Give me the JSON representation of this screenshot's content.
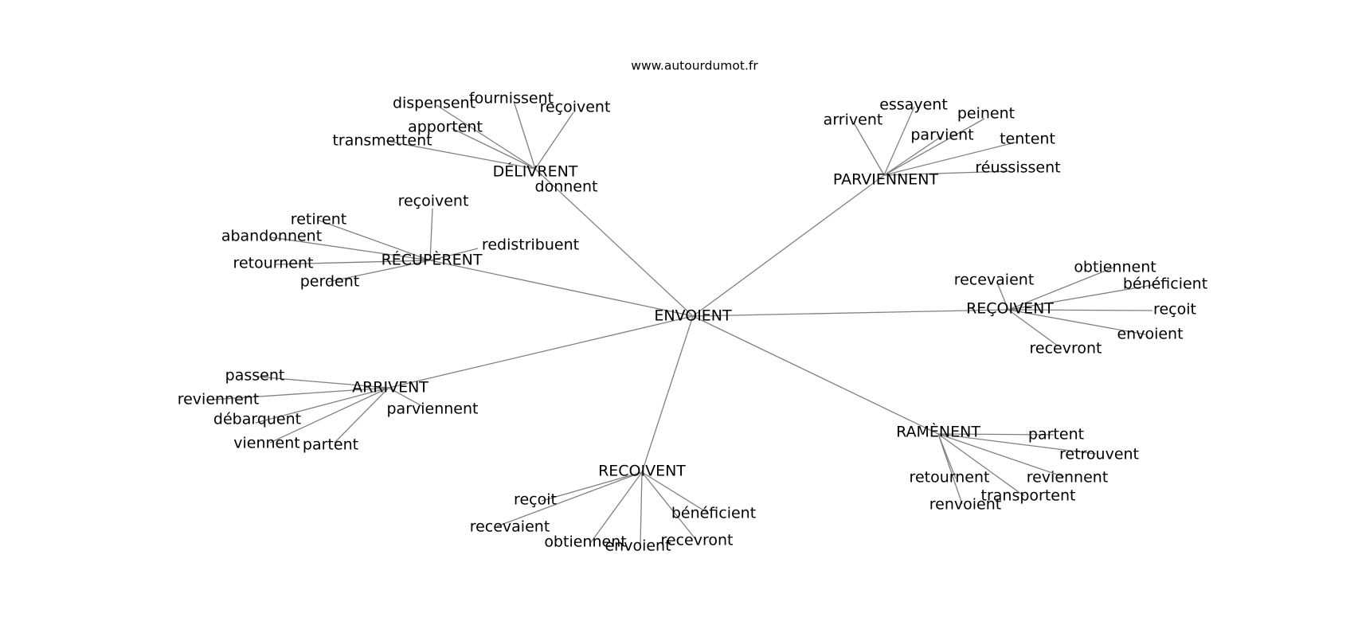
{
  "watermark": "www.autourdumot.fr",
  "center": "ENVOIENT",
  "clusters": [
    {
      "id": "delivrent",
      "label": "DÉLIVRENT",
      "leaves": [
        "fournissent",
        "dispensent",
        "reçoivent",
        "apportent",
        "transmettent",
        "donnent"
      ]
    },
    {
      "id": "parviennent",
      "label": "PARVIENNENT",
      "leaves": [
        "essayent",
        "arrivent",
        "peinent",
        "parvient",
        "tentent",
        "réussissent"
      ]
    },
    {
      "id": "recuperent",
      "label": "RÉCUPÈRENT",
      "leaves": [
        "reçoivent",
        "retirent",
        "abandonnent",
        "redistribuent",
        "retournent",
        "perdent"
      ]
    },
    {
      "id": "recoivent-accent",
      "label": "REÇOIVENT",
      "leaves": [
        "obtiennent",
        "recevaient",
        "bénéficient",
        "reçoit",
        "envoient",
        "recevront"
      ]
    },
    {
      "id": "arrivent",
      "label": "ARRIVENT",
      "leaves": [
        "passent",
        "reviennent",
        "parviennent",
        "débarquent",
        "viennent",
        "partent"
      ]
    },
    {
      "id": "ramenent",
      "label": "RAMÈNENT",
      "leaves": [
        "partent",
        "retrouvent",
        "retournent",
        "reviennent",
        "transportent",
        "renvoient"
      ]
    },
    {
      "id": "recoivent-plain",
      "label": "RECOIVENT",
      "leaves": [
        "reçoit",
        "bénéficient",
        "recevaient",
        "obtiennent",
        "recevront",
        "envoient"
      ]
    }
  ]
}
